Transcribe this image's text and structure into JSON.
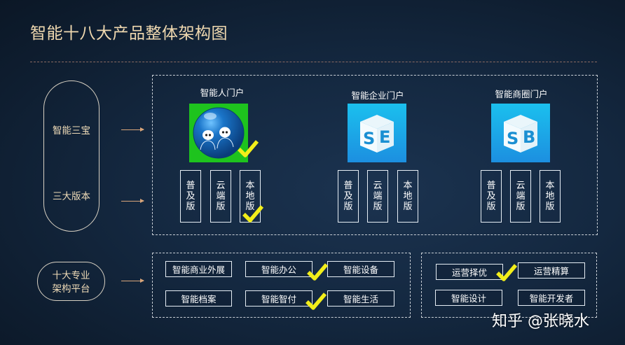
{
  "title": "智能十八大产品整体架构图",
  "left_labels": {
    "pill_top": [
      "智能三宝",
      "三大版本"
    ],
    "pill_bottom": [
      "十大专业",
      "架构平台"
    ]
  },
  "portals": [
    {
      "name": "智能人门户",
      "logo": "people-globe-logo",
      "logo_bg": "#1ec31e",
      "checked": true,
      "versions": [
        {
          "label": "普及版",
          "checked": false
        },
        {
          "label": "云端版",
          "checked": false
        },
        {
          "label": "本地版",
          "checked": true
        }
      ]
    },
    {
      "name": "智能企业门户",
      "logo": "SE-cube-logo",
      "logo_letters": "SE",
      "logo_bg": "#1aa3e0",
      "checked": false,
      "versions": [
        {
          "label": "普及版",
          "checked": false
        },
        {
          "label": "云端版",
          "checked": false
        },
        {
          "label": "本地版",
          "checked": false
        }
      ]
    },
    {
      "name": "智能商圈门户",
      "logo": "SB-cube-logo",
      "logo_letters": "SB",
      "logo_bg": "#1aa3e0",
      "checked": false,
      "versions": [
        {
          "label": "普及版",
          "checked": false
        },
        {
          "label": "云端版",
          "checked": false
        },
        {
          "label": "本地版",
          "checked": false
        }
      ]
    }
  ],
  "platforms_group1": [
    {
      "label": "智能商业外展",
      "checked": false
    },
    {
      "label": "智能办公",
      "checked": true
    },
    {
      "label": "智能设备",
      "checked": false
    },
    {
      "label": "智能档案",
      "checked": false
    },
    {
      "label": "智能智付",
      "checked": true
    },
    {
      "label": "智能生活",
      "checked": false
    }
  ],
  "platforms_group2": [
    {
      "label": "运营择优",
      "checked": true
    },
    {
      "label": "运营精算",
      "checked": false
    },
    {
      "label": "智能设计",
      "checked": false
    },
    {
      "label": "智能开发者",
      "checked": false
    }
  ],
  "watermark": "知乎 @张晓水",
  "colors": {
    "title": "#f0d9b0",
    "check": "#f2ee1a",
    "arrow": "#d9a57a",
    "box_border": "#e6eef5"
  }
}
